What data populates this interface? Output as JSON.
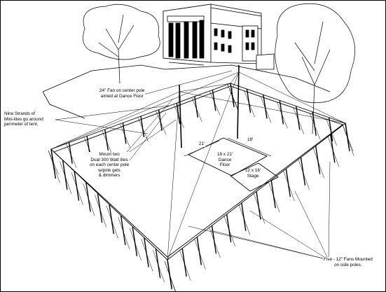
{
  "labels": {
    "fan_center": {
      "lines": [
        "24\" Fan on center pole",
        "aimed at Dance Floor"
      ]
    },
    "mini_lites": {
      "lines": [
        "Nine Strands of",
        "Mini-lites go around",
        "perimeter of tent."
      ]
    },
    "center_lights": {
      "lines": [
        "Mount two",
        "Dual 300 Watt lites",
        "on each center pole",
        "w/pink gels",
        "& dimmers"
      ]
    },
    "dim_21": {
      "lines": [
        "21'"
      ]
    },
    "dim_18": {
      "lines": [
        "18'"
      ]
    },
    "dance_floor": {
      "lines": [
        "18 x 21'",
        "Dance",
        "Floor"
      ]
    },
    "stage": {
      "lines": [
        "12 x 16'",
        "Stage"
      ]
    },
    "side_fans": {
      "lines": [
        "Five - 12\" Fans Mounted",
        "on side poles."
      ]
    }
  },
  "colors": {
    "ink": "#000000",
    "paper": "#ffffff"
  }
}
